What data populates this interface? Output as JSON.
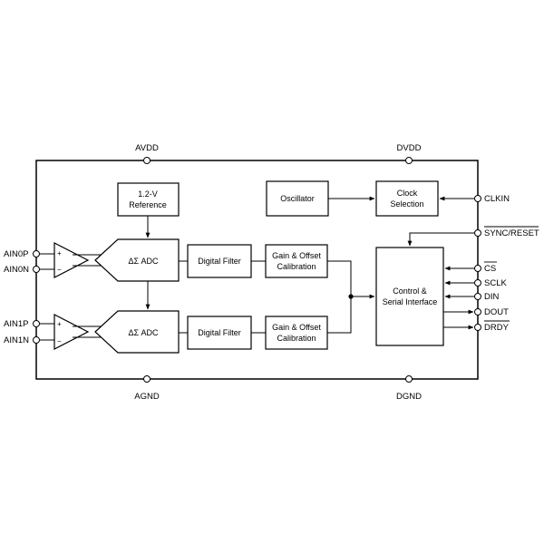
{
  "power": {
    "avdd": "AVDD",
    "dvdd": "DVDD",
    "agnd": "AGND",
    "dgnd": "DGND"
  },
  "inputs": {
    "ain0p": "AIN0P",
    "ain0n": "AIN0N",
    "ain1p": "AIN1P",
    "ain1n": "AIN1N"
  },
  "blocks": {
    "reference": [
      "1.2-V",
      "Reference"
    ],
    "oscillator": "Oscillator",
    "clock_selection": [
      "Clock",
      "Selection"
    ],
    "adc_1": "ΔΣ ADC",
    "adc_2": "ΔΣ ADC",
    "digital_filter_1": "Digital Filter",
    "digital_filter_2": "Digital Filter",
    "calibration_1": [
      "Gain & Offset",
      "Calibration"
    ],
    "calibration_2": [
      "Gain & Offset",
      "Calibration"
    ],
    "control": [
      "Control &",
      "Serial Interface"
    ]
  },
  "amp_signs": {
    "plus": "+",
    "minus": "−"
  },
  "pins": {
    "clkin": "CLKIN",
    "sync_reset": "SYNC/RESET",
    "cs": "CS",
    "sclk": "SCLK",
    "din": "DIN",
    "dout": "DOUT",
    "drdy": "DRDY"
  }
}
